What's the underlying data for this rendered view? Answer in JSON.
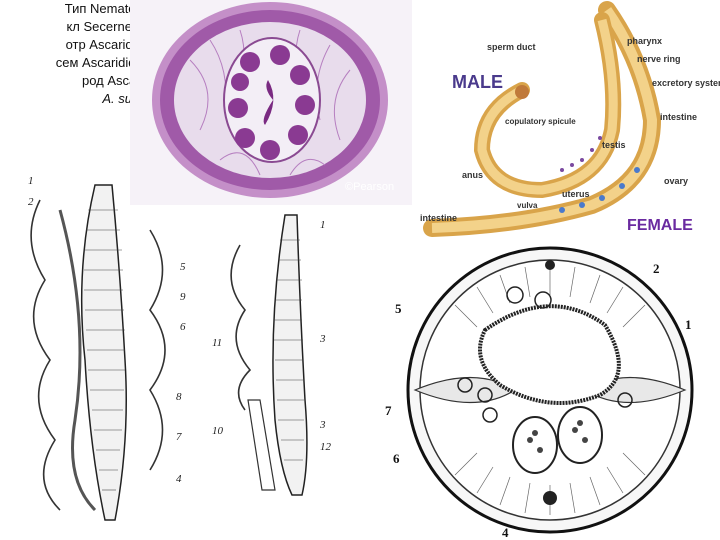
{
  "taxonomy": {
    "lines": [
      "Тип Nematoda",
      "кл Secernetea",
      "отр Ascaridida",
      "сем Ascarididae",
      "род Ascaris"
    ],
    "species": "A. suum"
  },
  "cross_section_photo": {
    "watermark": "©Pearson"
  },
  "nematode_anatomy": {
    "labels": {
      "pharynx": "pharynx",
      "nerve_ring": "nerve ring",
      "excretory_system": "excretory system",
      "intestine_upper": "intestine",
      "sperm_duct": "sperm duct",
      "copulatory_spicule": "copulatory spicule",
      "testis": "testis",
      "anus": "anus",
      "uterus": "uterus",
      "vulva": "vulva",
      "ovary": "ovary",
      "intestine_lower": "intestine"
    },
    "male": "MALE",
    "female": "FEMALE",
    "male_color": "#4a3a8c",
    "female_color": "#6a2aa0"
  },
  "dissection_drawings": {
    "left_numbers": [
      "1",
      "2",
      "5",
      "9",
      "6",
      "8",
      "7",
      "4"
    ],
    "right_numbers": [
      "1",
      "11",
      "3",
      "10",
      "3",
      "12"
    ]
  },
  "cross_section_drawing": {
    "numbers": [
      "2",
      "5",
      "1",
      "7",
      "6",
      "4"
    ]
  }
}
